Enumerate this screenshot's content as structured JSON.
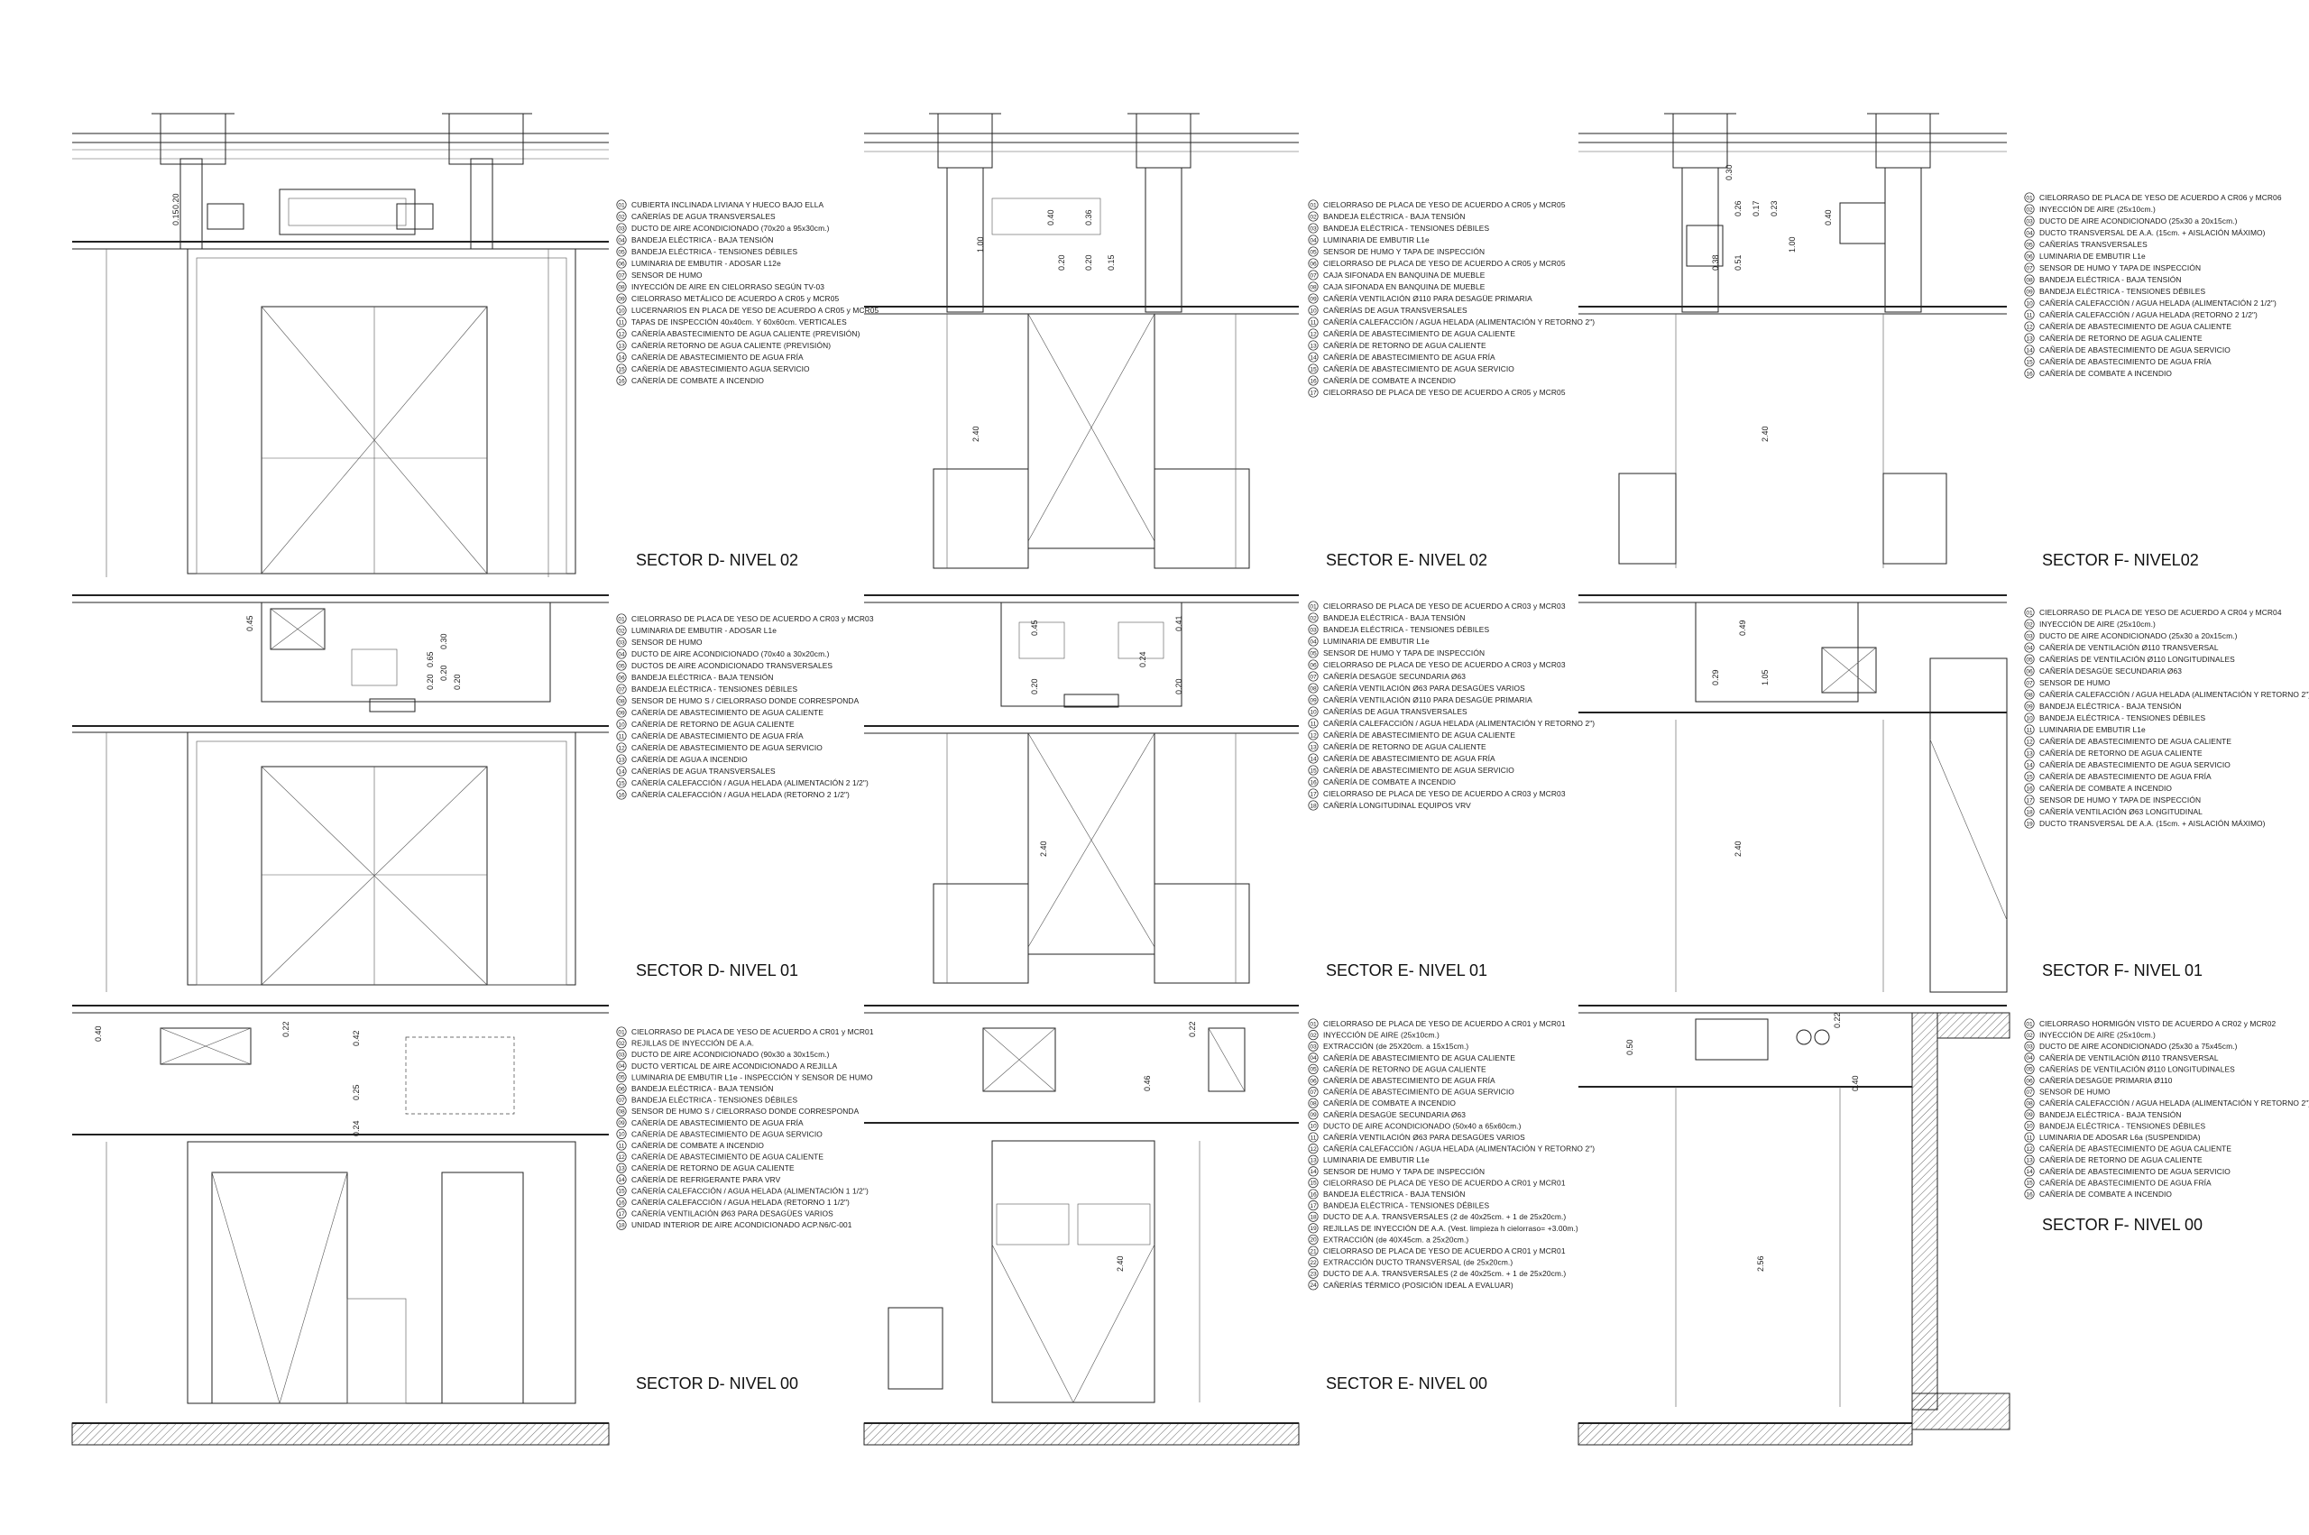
{
  "panels": [
    {
      "id": "d-02",
      "title": "SECTOR D- NIVEL 02",
      "legend": [
        [
          "01",
          "CUBIERTA INCLINADA LIVIANA Y HUECO BAJO ELLA"
        ],
        [
          "02",
          "CAÑERÍAS DE AGUA TRANSVERSALES"
        ],
        [
          "03",
          "DUCTO DE AIRE ACONDICIONADO (70x20 a 95x30cm.)"
        ],
        [
          "04",
          "BANDEJA ELÉCTRICA - BAJA TENSIÓN"
        ],
        [
          "05",
          "BANDEJA ELÉCTRICA - TENSIONES DÉBILES"
        ],
        [
          "06",
          "LUMINARIA DE EMBUTIR - ADOSAR L12e"
        ],
        [
          "07",
          "SENSOR DE HUMO"
        ],
        [
          "08",
          "INYECCIÓN DE AIRE EN CIELORRASO SEGÚN TV-03"
        ],
        [
          "09",
          "CIELORRASO METÁLICO DE ACUERDO A CR05 y MCR05"
        ],
        [
          "10",
          "LUCERNARIOS EN PLACA DE YESO DE ACUERDO A CR05 y MCR05"
        ],
        [
          "11",
          "TAPAS DE INSPECCIÓN 40x40cm. Y 60x60cm. VERTICALES"
        ],
        [
          "12",
          "CAÑERÍA ABASTECIMIENTO DE AGUA CALIENTE (PREVISIÓN)"
        ],
        [
          "13",
          "CAÑERÍA RETORNO DE AGUA CALIENTE (PREVISIÓN)"
        ],
        [
          "14",
          "CAÑERÍA DE ABASTECIMIENTO DE AGUA FRÍA"
        ],
        [
          "15",
          "CAÑERÍA DE ABASTECIMIENTO AGUA SERVICIO"
        ],
        [
          "16",
          "CAÑERÍA DE COMBATE A INCENDIO"
        ]
      ]
    },
    {
      "id": "e-02",
      "title": "SECTOR E- NIVEL 02",
      "legend": [
        [
          "01",
          "CIELORRASO DE PLACA DE YESO DE ACUERDO A CR05 y MCR05"
        ],
        [
          "02",
          "BANDEJA ELÉCTRICA - BAJA TENSIÓN"
        ],
        [
          "03",
          "BANDEJA ELÉCTRICA - TENSIONES DÉBILES"
        ],
        [
          "04",
          "LUMINARIA DE EMBUTIR L1e"
        ],
        [
          "05",
          "SENSOR DE HUMO Y TAPA DE INSPECCIÓN"
        ],
        [
          "06",
          "CIELORRASO DE PLACA DE YESO DE ACUERDO A CR05 y MCR05"
        ],
        [
          "07",
          "CAJA SIFONADA EN BANQUINA DE MUEBLE"
        ],
        [
          "08",
          "CAJA SIFONADA EN BANQUINA DE MUEBLE"
        ],
        [
          "09",
          "CAÑERÍA VENTILACIÓN Ø110 PARA DESAGÜE PRIMARIA"
        ],
        [
          "10",
          "CAÑERÍAS DE AGUA TRANSVERSALES"
        ],
        [
          "11",
          "CAÑERÍA CALEFACCIÓN / AGUA HELADA (ALIMENTACIÓN Y RETORNO 2\")"
        ],
        [
          "12",
          "CAÑERÍA DE ABASTECIMIENTO DE AGUA CALIENTE"
        ],
        [
          "13",
          "CAÑERÍA DE RETORNO DE AGUA CALIENTE"
        ],
        [
          "14",
          "CAÑERÍA DE ABASTECIMIENTO DE AGUA FRÍA"
        ],
        [
          "15",
          "CAÑERÍA DE ABASTECIMIENTO DE AGUA SERVICIO"
        ],
        [
          "16",
          "CAÑERÍA DE COMBATE A INCENDIO"
        ],
        [
          "17",
          "CIELORRASO DE PLACA DE YESO DE ACUERDO A CR05 y MCR05"
        ]
      ]
    },
    {
      "id": "f-02",
      "title": "SECTOR F- NIVEL02",
      "legend": [
        [
          "01",
          "CIELORRASO DE PLACA DE YESO DE ACUERDO A CR06 y MCR06"
        ],
        [
          "02",
          "INYECCIÓN DE AIRE (25x10cm.)"
        ],
        [
          "03",
          "DUCTO DE AIRE ACONDICIONADO (25x30 a 20x15cm.)"
        ],
        [
          "04",
          "DUCTO TRANSVERSAL DE A.A. (15cm. + AISLACIÓN MÁXIMO)"
        ],
        [
          "05",
          "CAÑERÍAS TRANSVERSALES"
        ],
        [
          "06",
          "LUMINARIA DE EMBUTIR L1e"
        ],
        [
          "07",
          "SENSOR DE HUMO Y TAPA DE INSPECCIÓN"
        ],
        [
          "08",
          "BANDEJA ELÉCTRICA - BAJA TENSIÓN"
        ],
        [
          "09",
          "BANDEJA ELÉCTRICA - TENSIONES DÉBILES"
        ],
        [
          "10",
          "CAÑERÍA CALEFACCIÓN / AGUA HELADA (ALIMENTACIÓN 2 1/2\")"
        ],
        [
          "11",
          "CAÑERÍA CALEFACCIÓN / AGUA HELADA (RETORNO 2 1/2\")"
        ],
        [
          "12",
          "CAÑERÍA DE ABASTECIMIENTO DE AGUA CALIENTE"
        ],
        [
          "13",
          "CAÑERÍA DE RETORNO DE AGUA CALIENTE"
        ],
        [
          "14",
          "CAÑERÍA DE ABASTECIMIENTO DE AGUA SERVICIO"
        ],
        [
          "15",
          "CAÑERÍA DE ABASTECIMIENTO DE AGUA FRÍA"
        ],
        [
          "16",
          "CAÑERÍA DE COMBATE A INCENDIO"
        ]
      ]
    },
    {
      "id": "d-01",
      "title": "SECTOR D- NIVEL 01",
      "legend": [
        [
          "01",
          "CIELORRASO DE PLACA DE YESO DE ACUERDO A CR03 y MCR03"
        ],
        [
          "02",
          "LUMINARIA DE EMBUTIR - ADOSAR L1e"
        ],
        [
          "03",
          "SENSOR DE HUMO"
        ],
        [
          "04",
          "DUCTO DE AIRE ACONDICIONADO (70x40 a 30x20cm.)"
        ],
        [
          "05",
          "DUCTOS DE AIRE ACONDICIONADO TRANSVERSALES"
        ],
        [
          "06",
          "BANDEJA ELÉCTRICA - BAJA TENSIÓN"
        ],
        [
          "07",
          "BANDEJA ELÉCTRICA - TENSIONES DÉBILES"
        ],
        [
          "08",
          "SENSOR DE HUMO S / CIELORRASO DONDE CORRESPONDA"
        ],
        [
          "09",
          "CAÑERÍA DE ABASTECIMIENTO DE AGUA CALIENTE"
        ],
        [
          "10",
          "CAÑERÍA DE RETORNO DE AGUA CALIENTE"
        ],
        [
          "11",
          "CAÑERÍA DE ABASTECIMIENTO DE AGUA FRÍA"
        ],
        [
          "12",
          "CAÑERÍA DE ABASTECIMIENTO DE AGUA SERVICIO"
        ],
        [
          "13",
          "CAÑERÍA DE AGUA A INCENDIO"
        ],
        [
          "14",
          "CAÑERÍAS DE AGUA TRANSVERSALES"
        ],
        [
          "15",
          "CAÑERÍA CALEFACCIÓN / AGUA HELADA (ALIMENTACIÓN 2 1/2\")"
        ],
        [
          "16",
          "CAÑERÍA CALEFACCIÓN / AGUA HELADA (RETORNO 2 1/2\")"
        ]
      ]
    },
    {
      "id": "e-01",
      "title": "SECTOR E- NIVEL 01",
      "legend": [
        [
          "01",
          "CIELORRASO DE PLACA DE YESO DE ACUERDO A CR03 y MCR03"
        ],
        [
          "02",
          "BANDEJA ELÉCTRICA - BAJA TENSIÓN"
        ],
        [
          "03",
          "BANDEJA ELÉCTRICA - TENSIONES DÉBILES"
        ],
        [
          "04",
          "LUMINARIA DE EMBUTIR L1e"
        ],
        [
          "05",
          "SENSOR DE HUMO Y TAPA DE INSPECCIÓN"
        ],
        [
          "06",
          "CIELORRASO DE PLACA DE YESO DE ACUERDO A CR03 y MCR03"
        ],
        [
          "07",
          "CAÑERÍA DESAGÜE SECUNDARIA Ø63"
        ],
        [
          "08",
          "CAÑERÍA VENTILACIÓN Ø63 PARA DESAGÜES VARIOS"
        ],
        [
          "09",
          "CAÑERÍA VENTILACIÓN Ø110 PARA DESAGÜE PRIMARIA"
        ],
        [
          "10",
          "CAÑERÍAS DE AGUA TRANSVERSALES"
        ],
        [
          "11",
          "CAÑERÍA CALEFACCIÓN / AGUA HELADA (ALIMENTACIÓN Y RETORNO 2\")"
        ],
        [
          "12",
          "CAÑERÍA DE ABASTECIMIENTO DE AGUA CALIENTE"
        ],
        [
          "13",
          "CAÑERÍA DE RETORNO DE AGUA CALIENTE"
        ],
        [
          "14",
          "CAÑERÍA DE ABASTECIMIENTO DE AGUA FRÍA"
        ],
        [
          "15",
          "CAÑERÍA DE ABASTECIMIENTO DE AGUA SERVICIO"
        ],
        [
          "16",
          "CAÑERÍA DE COMBATE A INCENDIO"
        ],
        [
          "17",
          "CIELORRASO DE PLACA DE YESO DE ACUERDO A CR03 y MCR03"
        ],
        [
          "18",
          "CAÑERÍA LONGITUDINAL EQUIPOS VRV"
        ]
      ]
    },
    {
      "id": "f-01",
      "title": "SECTOR F- NIVEL 01",
      "legend": [
        [
          "01",
          "CIELORRASO DE PLACA DE YESO DE ACUERDO A CR04 y MCR04"
        ],
        [
          "02",
          "INYECCIÓN DE AIRE (25x10cm.)"
        ],
        [
          "03",
          "DUCTO DE AIRE ACONDICIONADO (25x30 a 20x15cm.)"
        ],
        [
          "04",
          "CAÑERÍA DE VENTILACIÓN Ø110 TRANSVERSAL"
        ],
        [
          "05",
          "CAÑERÍAS DE VENTILACIÓN Ø110 LONGITUDINALES"
        ],
        [
          "06",
          "CAÑERÍA DESAGÜE SECUNDARIA Ø63"
        ],
        [
          "07",
          "SENSOR DE HUMO"
        ],
        [
          "08",
          "CAÑERÍA CALEFACCIÓN / AGUA HELADA (ALIMENTACIÓN Y RETORNO 2\")"
        ],
        [
          "09",
          "BANDEJA ELÉCTRICA - BAJA TENSIÓN"
        ],
        [
          "10",
          "BANDEJA ELÉCTRICA - TENSIONES DÉBILES"
        ],
        [
          "11",
          "LUMINARIA DE EMBUTIR L1e"
        ],
        [
          "12",
          "CAÑERÍA DE ABASTECIMIENTO DE AGUA CALIENTE"
        ],
        [
          "13",
          "CAÑERÍA DE RETORNO DE AGUA CALIENTE"
        ],
        [
          "14",
          "CAÑERÍA DE ABASTECIMIENTO DE AGUA SERVICIO"
        ],
        [
          "15",
          "CAÑERÍA DE ABASTECIMIENTO DE AGUA FRÍA"
        ],
        [
          "16",
          "CAÑERÍA DE COMBATE A INCENDIO"
        ],
        [
          "17",
          "SENSOR DE HUMO Y TAPA DE INSPECCIÓN"
        ],
        [
          "18",
          "CAÑERÍA VENTILACIÓN Ø63 LONGITUDINAL"
        ],
        [
          "19",
          "DUCTO TRANSVERSAL DE A.A. (15cm. + AISLACIÓN MÁXIMO)"
        ]
      ]
    },
    {
      "id": "d-00",
      "title": "SECTOR D- NIVEL 00",
      "legend": [
        [
          "01",
          "CIELORRASO DE PLACA DE YESO DE ACUERDO A CR01 y MCR01"
        ],
        [
          "02",
          "REJILLAS DE INYECCIÓN DE A.A."
        ],
        [
          "03",
          "DUCTO DE AIRE ACONDICIONADO (90x30 a 30x15cm.)"
        ],
        [
          "04",
          "DUCTO VERTICAL DE AIRE ACONDICIONADO A REJILLA"
        ],
        [
          "05",
          "LUMINARIA DE EMBUTIR L1e - INSPECCIÓN Y SENSOR DE HUMO"
        ],
        [
          "06",
          "BANDEJA ELÉCTRICA - BAJA TENSIÓN"
        ],
        [
          "07",
          "BANDEJA ELÉCTRICA - TENSIONES DÉBILES"
        ],
        [
          "08",
          "SENSOR DE HUMO S / CIELORRASO DONDE CORRESPONDA"
        ],
        [
          "09",
          "CAÑERÍA DE ABASTECIMIENTO DE AGUA FRÍA"
        ],
        [
          "10",
          "CAÑERÍA DE ABASTECIMIENTO DE AGUA SERVICIO"
        ],
        [
          "11",
          "CAÑERÍA DE COMBATE A INCENDIO"
        ],
        [
          "12",
          "CAÑERÍA DE ABASTECIMIENTO DE AGUA CALIENTE"
        ],
        [
          "13",
          "CAÑERÍA DE RETORNO DE AGUA CALIENTE"
        ],
        [
          "14",
          "CAÑERÍA DE REFRIGERANTE PARA VRV"
        ],
        [
          "15",
          "CAÑERÍA CALEFACCIÓN / AGUA HELADA (ALIMENTACIÓN 1 1/2\")"
        ],
        [
          "16",
          "CAÑERÍA CALEFACCIÓN / AGUA HELADA (RETORNO 1 1/2\")"
        ],
        [
          "17",
          "CAÑERÍA VENTILACIÓN Ø63 PARA DESAGÜES VARIOS"
        ],
        [
          "18",
          "UNIDAD INTERIOR DE AIRE ACONDICIONADO ACP.N6/C-001"
        ]
      ]
    },
    {
      "id": "e-00",
      "title": "SECTOR E- NIVEL 00",
      "legend": [
        [
          "01",
          "CIELORRASO DE PLACA DE YESO DE ACUERDO A CR01 y MCR01"
        ],
        [
          "02",
          "INYECCIÓN DE AIRE (25x10cm.)"
        ],
        [
          "03",
          "EXTRACCIÓN (de 25X20cm. a 15x15cm.)"
        ],
        [
          "04",
          "CAÑERÍA DE ABASTECIMIENTO DE AGUA CALIENTE"
        ],
        [
          "05",
          "CAÑERÍA DE RETORNO DE AGUA CALIENTE"
        ],
        [
          "06",
          "CAÑERÍA DE ABASTECIMIENTO DE AGUA FRÍA"
        ],
        [
          "07",
          "CAÑERÍA DE ABASTECIMIENTO DE AGUA SERVICIO"
        ],
        [
          "08",
          "CAÑERÍA DE COMBATE A INCENDIO"
        ],
        [
          "09",
          "CAÑERÍA DESAGÜE SECUNDARIA Ø63"
        ],
        [
          "10",
          "DUCTO DE AIRE ACONDICIONADO (50x40 a 65x60cm.)"
        ],
        [
          "11",
          "CAÑERÍA VENTILACIÓN Ø63 PARA DESAGÜES VARIOS"
        ],
        [
          "12",
          "CAÑERÍA CALEFACCIÓN / AGUA HELADA (ALIMENTACIÓN Y RETORNO 2\")"
        ],
        [
          "13",
          "LUMINARIA DE EMBUTIR L1e"
        ],
        [
          "14",
          "SENSOR DE HUMO Y TAPA DE INSPECCIÓN"
        ],
        [
          "15",
          "CIELORRASO DE PLACA DE YESO DE ACUERDO A CR01 y MCR01"
        ],
        [
          "16",
          "BANDEJA ELÉCTRICA - BAJA TENSIÓN"
        ],
        [
          "17",
          "BANDEJA ELÉCTRICA - TENSIONES DÉBILES"
        ],
        [
          "18",
          "DUCTO DE A.A. TRANSVERSALES (2 de 40x25cm. + 1 de 25x20cm.)"
        ],
        [
          "19",
          "REJILLAS DE INYECCIÓN DE A.A. (Vest. limpieza h cielorraso= +3.00m.)"
        ],
        [
          "20",
          "EXTRACCIÓN (de 40X45cm. a 25x20cm.)"
        ],
        [
          "21",
          "CIELORRASO DE PLACA DE YESO DE ACUERDO A CR01 y MCR01"
        ],
        [
          "22",
          "EXTRACCIÓN DUCTO TRANSVERSAL (de 25x20cm.)"
        ],
        [
          "23",
          "DUCTO DE A.A. TRANSVERSALES (2 de 40x25cm. + 1 de 25x20cm.)"
        ],
        [
          "24",
          "CAÑERÍAS TÉRMICO (POSICIÓN IDEAL A EVALUAR)"
        ]
      ]
    },
    {
      "id": "f-00",
      "title": "SECTOR F- NIVEL 00",
      "legend": [
        [
          "01",
          "CIELORRASO HORMIGÓN VISTO DE ACUERDO A CR02 y MCR02"
        ],
        [
          "02",
          "INYECCIÓN DE AIRE (25x10cm.)"
        ],
        [
          "03",
          "DUCTO DE AIRE ACONDICIONADO (25x30 a 75x45cm.)"
        ],
        [
          "04",
          "CAÑERÍA DE VENTILACIÓN Ø110 TRANSVERSAL"
        ],
        [
          "05",
          "CAÑERÍAS DE VENTILACIÓN Ø110 LONGITUDINALES"
        ],
        [
          "06",
          "CAÑERÍA DESAGÜE PRIMARIA Ø110"
        ],
        [
          "07",
          "SENSOR DE HUMO"
        ],
        [
          "08",
          "CAÑERÍA CALEFACCIÓN / AGUA HELADA (ALIMENTACIÓN Y RETORNO 2\")"
        ],
        [
          "09",
          "BANDEJA ELÉCTRICA - BAJA TENSIÓN"
        ],
        [
          "10",
          "BANDEJA ELÉCTRICA - TENSIONES DÉBILES"
        ],
        [
          "11",
          "LUMINARIA DE ADOSAR L6a (SUSPENDIDA)"
        ],
        [
          "12",
          "CAÑERÍA DE ABASTECIMIENTO DE AGUA CALIENTE"
        ],
        [
          "13",
          "CAÑERÍA DE RETORNO DE AGUA CALIENTE"
        ],
        [
          "14",
          "CAÑERÍA DE ABASTECIMIENTO DE AGUA SERVICIO"
        ],
        [
          "15",
          "CAÑERÍA DE ABASTECIMIENTO DE AGUA FRÍA"
        ],
        [
          "16",
          "CAÑERÍA DE COMBATE A INCENDIO"
        ]
      ]
    }
  ],
  "dimensions": {
    "d-02": [
      "0.20",
      "0.15"
    ],
    "e-02": [
      "1.00",
      "0.40",
      "0.36",
      "0.20",
      "0.20",
      "0.15",
      "2.40"
    ],
    "f-02": [
      "0.30",
      "0.40",
      "0.26",
      "0.17",
      "0.23",
      "1.00",
      "0.38",
      "0.51",
      "2.40"
    ],
    "d-01": [
      "0.45",
      "0.30",
      "0.20",
      "0.65",
      "0.20",
      "0.20"
    ],
    "e-01": [
      "0.45",
      "0.41",
      "0.20",
      "0.20",
      "0.24",
      "2.40"
    ],
    "f-01": [
      "0.49",
      "1.05",
      "0.29",
      "2.40"
    ],
    "d-00": [
      "0.40",
      "0.22",
      "0.42",
      "0.25",
      "0.24"
    ],
    "e-00": [
      "0.22",
      "0.46",
      "2.40"
    ],
    "f-00": [
      "0.50",
      "0.22",
      "0.40",
      "2.56"
    ]
  }
}
